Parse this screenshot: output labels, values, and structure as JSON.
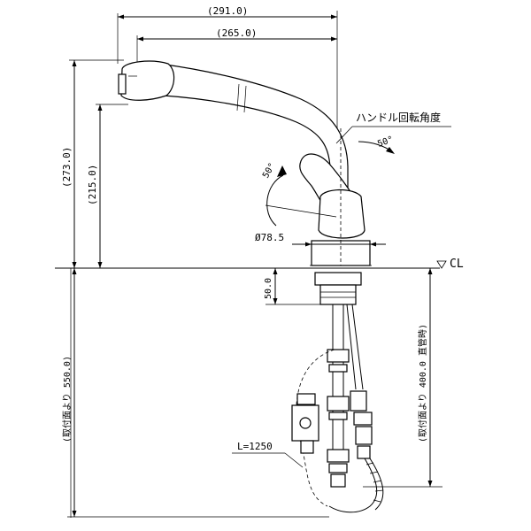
{
  "dimensions": {
    "total_reach": "(291.0)",
    "spout_reach": "(265.0)",
    "total_height": "(273.0)",
    "spout_height": "(215.0)",
    "base_diameter": "Ø78.5",
    "shank_length": "50.0",
    "hose_length": "L=1250",
    "below_counter_total": "(取付面より 550.0)",
    "below_counter_valve": "(取付面より 400.0 直管時)"
  },
  "labels": {
    "handle_rotation": "ハンドル回転角度",
    "angle_left": "50°",
    "angle_right": "50°",
    "centerline": "CL"
  }
}
